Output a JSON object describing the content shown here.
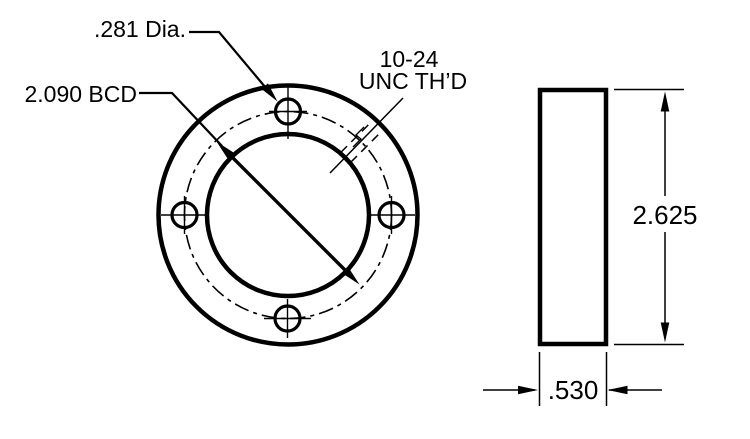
{
  "drawing": {
    "type": "engineering-drawing",
    "part": "drilled-and-tapped flange, front and side views",
    "colors": {
      "part_fill": "#cbe3f2",
      "hole_fill": "#ffffff",
      "line": "#000000",
      "background": "#ffffff"
    },
    "front_view": {
      "hole_diameter_label": ".281 Dia.",
      "bolt_circle_label": "2.090 BCD",
      "thread_label_line1": "10-24",
      "thread_label_line2": "UNC TH’D",
      "hole_count": 4
    },
    "side_view": {
      "height_label": "2.625",
      "thickness_label": ".530"
    }
  }
}
